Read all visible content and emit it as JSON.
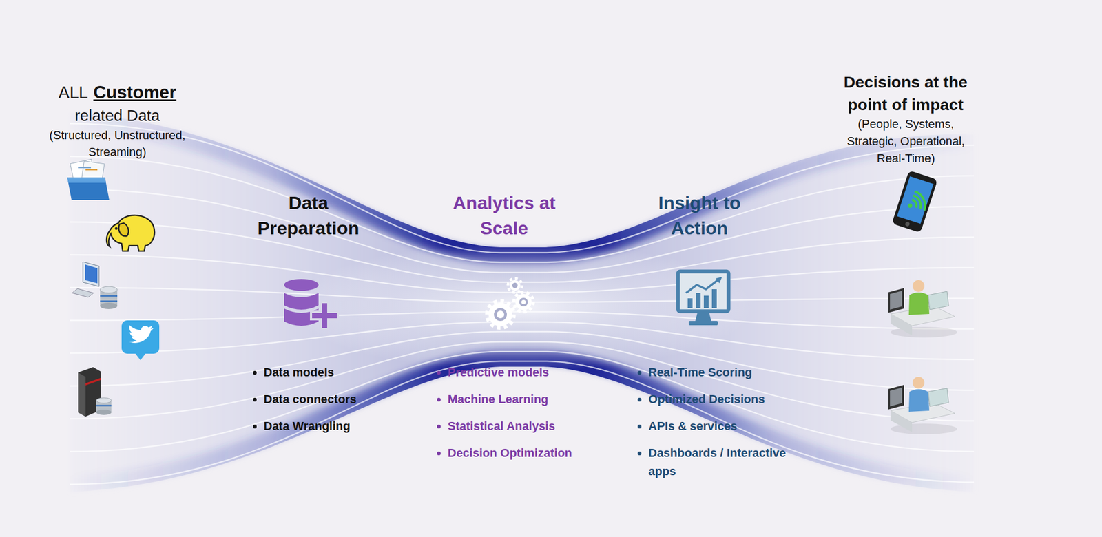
{
  "diagram": {
    "labels": [
      "ALL",
      "Customer",
      "related Data",
      "(Structured, Unstructured, Streaming)",
      "Data Preparation",
      "Data models",
      "Data connectors",
      "Data Wrangling",
      "Analytics at Scale",
      "Predictive models",
      "Machine Learning",
      "Statistical Analysis",
      "Decision Optimization",
      "Insight to Action",
      "Real-Time Scoring",
      "Optimized Decisions",
      "APIs & services",
      "Dashboards / Interactive apps",
      "Decisions at the point of impact",
      "(People, Systems, Strategic, Operational, Real-Time)"
    ]
  }
}
